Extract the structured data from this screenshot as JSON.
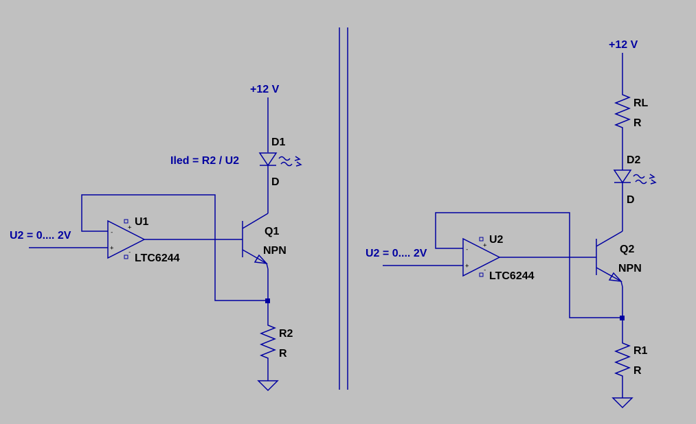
{
  "colors": {
    "background": "#c0c0c0",
    "wire": "#0000a0",
    "label": "#000000",
    "net_label": "#0000a0"
  },
  "left": {
    "vcc_label": "+12 V",
    "led_name": "D1",
    "led_value": "D",
    "led_note": "Iled = R2 / U2",
    "opamp_name": "U1",
    "opamp_value": "LTC6244",
    "input_label": "U2 = 0.... 2V",
    "transistor_name": "Q1",
    "transistor_value": "NPN",
    "resistor_name": "R2",
    "resistor_value": "R",
    "opamp_minus": "-",
    "opamp_plus": "+",
    "opamp_vplus": "+",
    "opamp_vminus": "-"
  },
  "right": {
    "vcc_label": "+12 V",
    "load_name": "RL",
    "load_value": "R",
    "led_name": "D2",
    "led_value": "D",
    "opamp_name": "U2",
    "opamp_value": "LTC6244",
    "input_label": "U2 = 0.... 2V",
    "transistor_name": "Q2",
    "transistor_value": "NPN",
    "resistor_name": "R1",
    "resistor_value": "R",
    "opamp_minus": "-",
    "opamp_plus": "+",
    "opamp_vplus": "+",
    "opamp_vminus": "-"
  }
}
